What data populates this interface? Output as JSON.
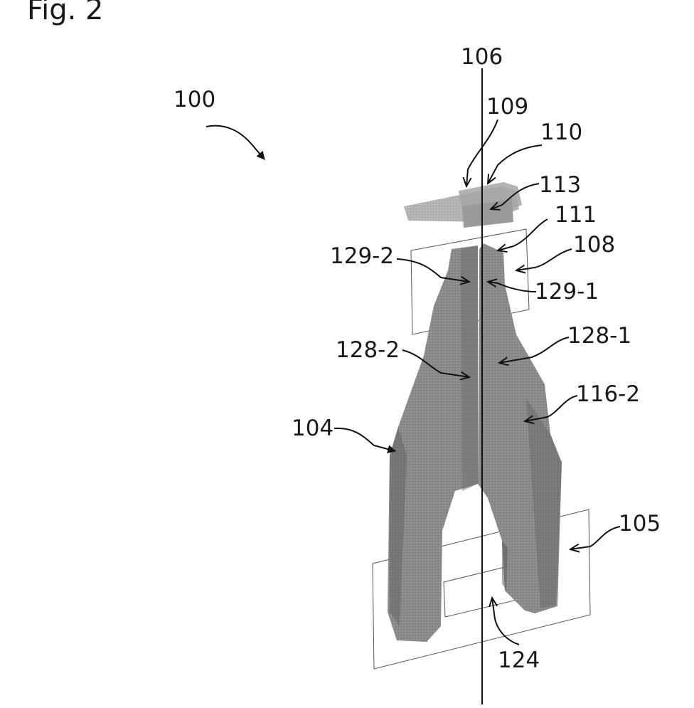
{
  "figure": {
    "title": "Fig. 2",
    "labels": {
      "r100": "100",
      "r106": "106",
      "r109": "109",
      "r110": "110",
      "r113": "113",
      "r111": "111",
      "r108": "108",
      "r129_2": "129-2",
      "r129_1": "129-1",
      "r128_2": "128-2",
      "r128_1": "128-1",
      "r116_2": "116-2",
      "r104": "104",
      "r105": "105",
      "r124": "124"
    }
  }
}
